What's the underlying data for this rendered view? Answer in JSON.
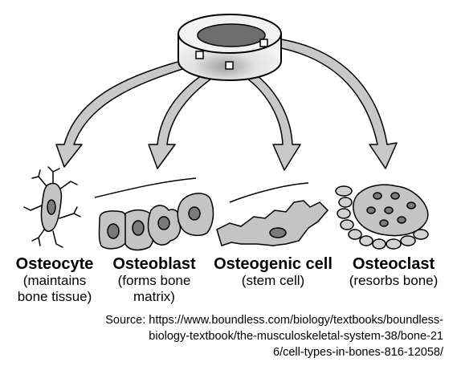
{
  "cells": [
    {
      "name": "Osteocyte",
      "role_lines": [
        "(maintains",
        "bone tissue)"
      ]
    },
    {
      "name": "Osteoblast",
      "role_lines": [
        "(forms bone",
        "matrix)"
      ]
    },
    {
      "name": "Osteogenic cell",
      "role_lines": [
        "(stem cell)"
      ]
    },
    {
      "name": "Osteoclast",
      "role_lines": [
        "(resorbs bone)"
      ]
    }
  ],
  "source_lines": [
    "Source: https://www.boundless.com/biology/textbooks/boundless-",
    "biology-textbook/the-musculoskeletal-system-38/bone-21",
    "6/cell-types-in-bones-816-12058/"
  ],
  "colors": {
    "arrow_fill": "#c8c8c8",
    "cell_fill": "#c4c4c4",
    "nucleus_fill": "#7a7a7a",
    "bone_outer": "#d8d8d8",
    "bone_core": "#6e6e6e"
  }
}
